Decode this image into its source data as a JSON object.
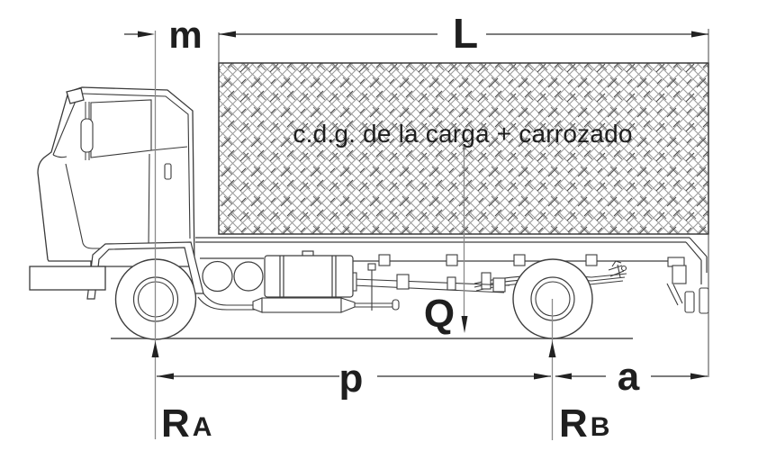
{
  "diagram": {
    "labels": {
      "front_overhang": "m",
      "body_length": "L",
      "cdg_caption": "c.d.g. de la carga + carrozado",
      "load": "Q",
      "wheelbase": "p",
      "rear_overhang": "a"
    },
    "reactions": {
      "front": {
        "symbol": "R",
        "sub": "A"
      },
      "rear": {
        "symbol": "R",
        "sub": "B"
      }
    },
    "colors": {
      "line": "#3a3a3a",
      "reference_line": "#8a8a8a",
      "hatch": "#989898",
      "hatch_dark": "#454545",
      "text": "#1f1f1f",
      "background": "#ffffff"
    }
  }
}
